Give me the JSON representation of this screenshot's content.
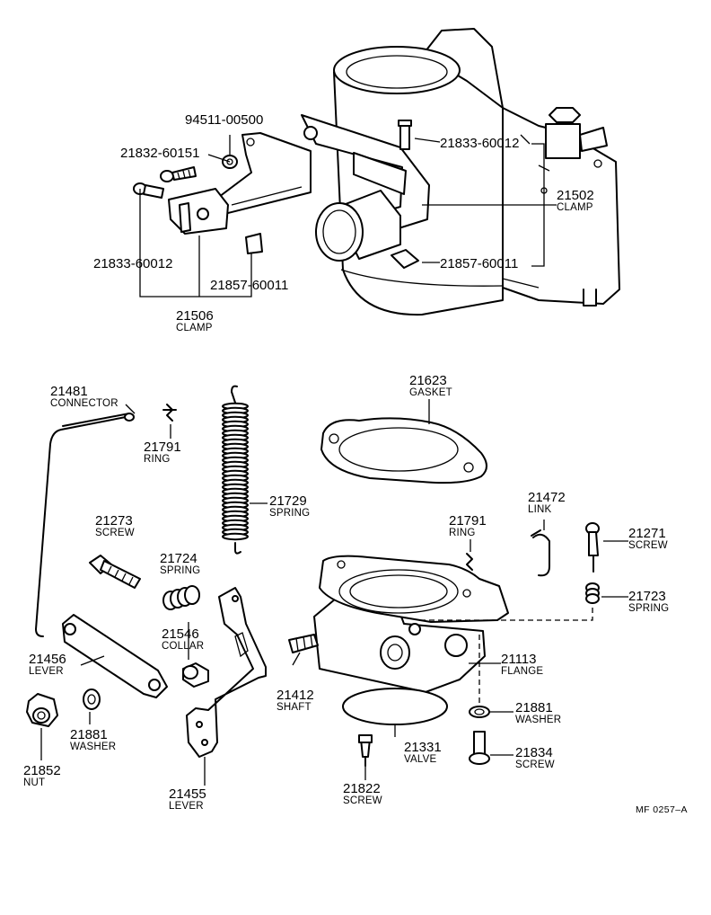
{
  "labels": {
    "p94511_00500": "94511-00500",
    "p21832_60151": "21832-60151",
    "p21833_60012_left": "21833-60012",
    "p21857_60011_left": "21857-60011",
    "p21506": "21506",
    "p21506_name": "CLAMP",
    "p21833_60012_right": "21833-60012",
    "p21502": "21502",
    "p21502_name": "CLAMP",
    "p21857_60011_right": "21857-60011",
    "p21481": "21481",
    "p21481_name": "CONNECTOR",
    "p21791_a": "21791",
    "p21791_a_name": "RING",
    "p21729": "21729",
    "p21729_name": "SPRING",
    "p21623": "21623",
    "p21623_name": "GASKET",
    "p21472": "21472",
    "p21472_name": "LINK",
    "p21273": "21273",
    "p21273_name": "SCREW",
    "p21791_b": "21791",
    "p21791_b_name": "RING",
    "p21271": "21271",
    "p21271_name": "SCREW",
    "p21724": "21724",
    "p21724_name": "SPRING",
    "p21723": "21723",
    "p21723_name": "SPRING",
    "p21546": "21546",
    "p21546_name": "COLLAR",
    "p21456": "21456",
    "p21456_name": "LEVER",
    "p21113": "21113",
    "p21113_name": "FLANGE",
    "p21412": "21412",
    "p21412_name": "SHAFT",
    "p21881_right": "21881",
    "p21881_right_name": "WASHER",
    "p21881_left": "21881",
    "p21881_left_name": "WASHER",
    "p21331": "21331",
    "p21331_name": "VALVE",
    "p21834": "21834",
    "p21834_name": "SCREW",
    "p21852": "21852",
    "p21852_name": "NUT",
    "p21822": "21822",
    "p21822_name": "SCREW",
    "p21455": "21455",
    "p21455_name": "LEVER",
    "figure_ref": "MF 0257–A"
  }
}
